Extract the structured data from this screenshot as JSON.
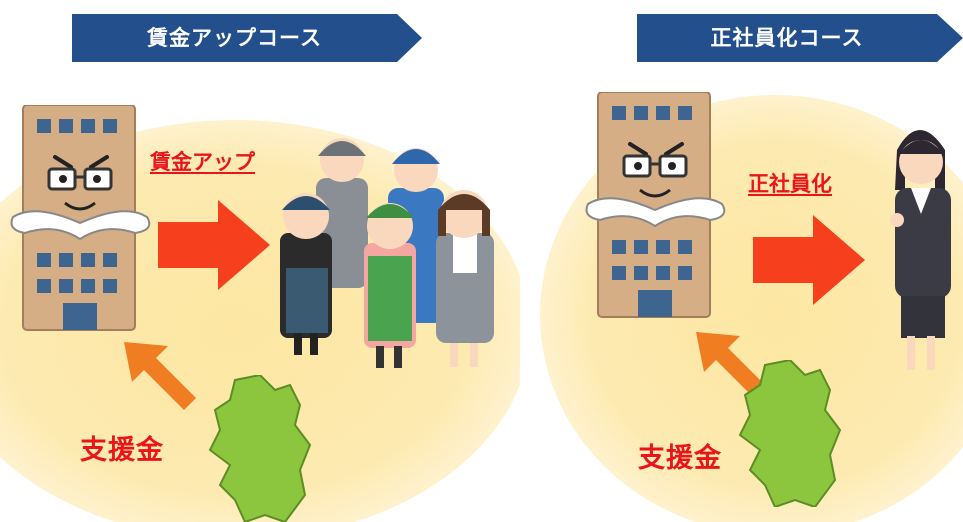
{
  "colors": {
    "banner": "#234f8d",
    "arrow_red": "#f6401d",
    "arrow_orange": "#f07d22",
    "label_red": "#e8161b",
    "glow": "#fde7a3",
    "prefecture_green": "#8cc63f",
    "building": "#d6ae85",
    "window": "#3e6590"
  },
  "left": {
    "banner_title": "賃金アップコース",
    "arrow_label": "賃金アップ",
    "support_label": "支援金"
  },
  "right": {
    "banner_title": "正社員化コース",
    "arrow_label": "正社員化",
    "support_label": "支援金"
  },
  "icons": [
    "company-building-icon",
    "right-arrow-icon",
    "diagonal-arrow-icon",
    "prefecture-map-icon",
    "workers-group-icon",
    "office-worker-icon"
  ]
}
